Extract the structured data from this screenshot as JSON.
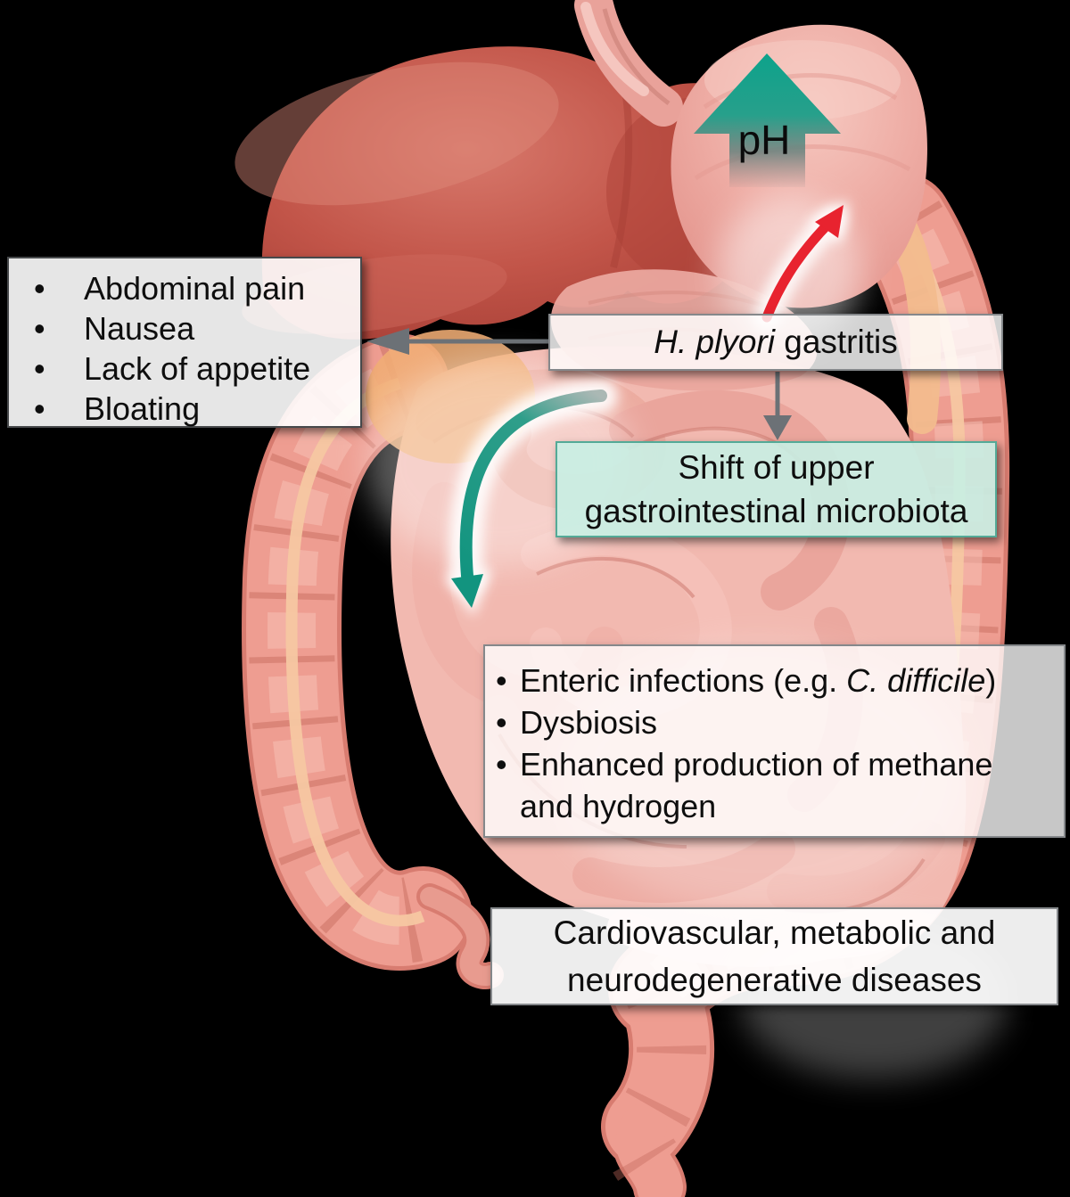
{
  "figure": {
    "ph_label": "pH",
    "bullet": "•"
  },
  "boxes": {
    "symptoms": {
      "items": [
        "Abdominal pain",
        "Nausea",
        "Lack of appetite",
        "Bloating"
      ]
    },
    "gastritis": {
      "name_italic": "H. plyori",
      "name_regular": " gastritis"
    },
    "shift": {
      "line1": "Shift of upper",
      "line2": "gastrointestinal microbiota"
    },
    "effects": {
      "item1_pre": "Enteric infections (e.g. ",
      "item1_italic": "C. difficile",
      "item1_post": ")",
      "item2": "Dysbiosis",
      "item3": "Enhanced production of methane and hydrogen"
    },
    "diseases": {
      "line1": "Cardiovascular, metabolic and",
      "line2": "neurodegenerative diseases"
    }
  },
  "colors": {
    "teal_arrow": "#12947f",
    "red_arrow": "#e8232f",
    "gray_arrow": "#6c7176",
    "shift_box_bg": "#c8eee2",
    "shift_box_border": "#54aa97",
    "colon": "#ee9d91",
    "liver": "#c25549",
    "stomach": "#edaaa2"
  }
}
